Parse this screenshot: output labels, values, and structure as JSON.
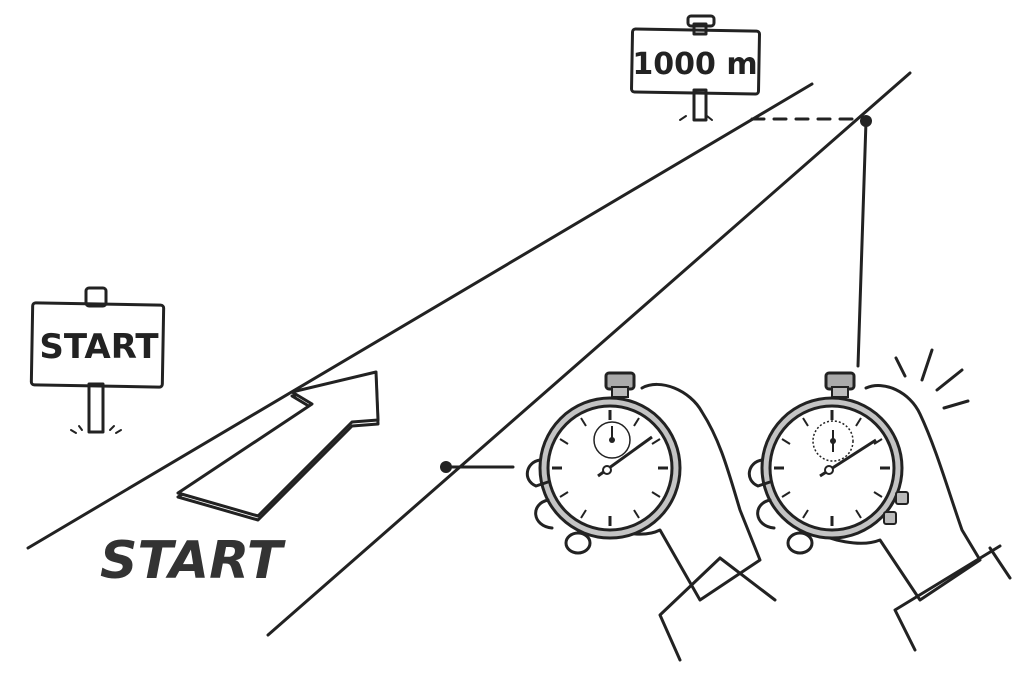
{
  "signs": {
    "finish": {
      "label": "1000 m"
    },
    "start": {
      "label": "START"
    }
  },
  "road": {
    "label": "START",
    "arrow": "arrow-up-right-icon"
  },
  "stopwatches": [
    {
      "name": "start-stopwatch",
      "icon": "stopwatch-icon",
      "state": "held"
    },
    {
      "name": "finish-stopwatch",
      "icon": "stopwatch-icon",
      "state": "clicking"
    }
  ],
  "colors": {
    "ink": "#222222",
    "metal": "#b8b8b8",
    "face": "#ffffff",
    "background": "#ffffff"
  }
}
